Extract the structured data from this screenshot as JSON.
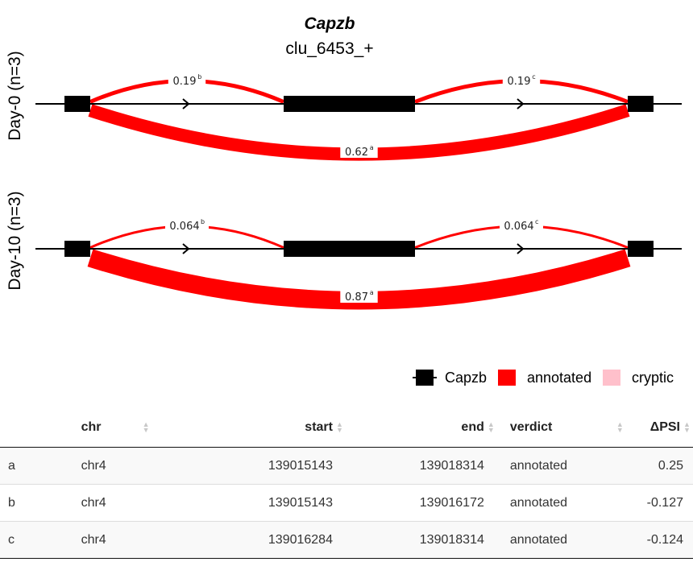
{
  "title": "Capzb",
  "subtitle": "clu_6453_+",
  "colors": {
    "exon": "#000000",
    "annotated": "#ff0000",
    "cryptic": "#ffc0cb",
    "line": "#000000"
  },
  "panels": [
    {
      "label": "Day-0 (n=3)",
      "junctions": [
        {
          "id": "b",
          "value": "0.19",
          "sup": "b",
          "psi": 0.19,
          "side": "top"
        },
        {
          "id": "c",
          "value": "0.19",
          "sup": "c",
          "psi": 0.19,
          "side": "top"
        },
        {
          "id": "a",
          "value": "0.62",
          "sup": "a",
          "psi": 0.62,
          "side": "bottom"
        }
      ]
    },
    {
      "label": "Day-10 (n=3)",
      "junctions": [
        {
          "id": "b",
          "value": "0.064",
          "sup": "b",
          "psi": 0.064,
          "side": "top"
        },
        {
          "id": "c",
          "value": "0.064",
          "sup": "c",
          "psi": 0.064,
          "side": "top"
        },
        {
          "id": "a",
          "value": "0.87",
          "sup": "a",
          "psi": 0.87,
          "side": "bottom"
        }
      ]
    }
  ],
  "legend": [
    {
      "label": "Capzb",
      "color": "#000000"
    },
    {
      "label": "annotated",
      "color": "#ff0000"
    },
    {
      "label": "cryptic",
      "color": "#ffc0cb"
    }
  ],
  "table": {
    "headers": [
      "",
      "chr",
      "start",
      "end",
      "verdict",
      "ΔPSI"
    ],
    "rows": [
      [
        "a",
        "chr4",
        "139015143",
        "139018314",
        "annotated",
        "0.25"
      ],
      [
        "b",
        "chr4",
        "139015143",
        "139016172",
        "annotated",
        "-0.127"
      ],
      [
        "c",
        "chr4",
        "139016284",
        "139018314",
        "annotated",
        "-0.124"
      ]
    ]
  }
}
